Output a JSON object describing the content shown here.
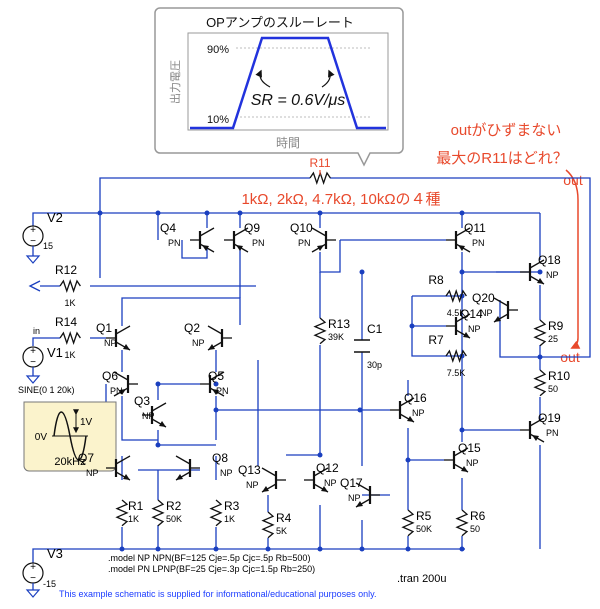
{
  "callout": {
    "title": "OPアンプのスルーレート",
    "y_axis": "出力電圧",
    "x_axis": "時間",
    "level_high": "90%",
    "level_low": "10%",
    "formula": "SR = 0.6V/μs"
  },
  "annotations": {
    "question_line1": "outがひずまない",
    "question_line2": "最大のR11はどれ？",
    "r11_options": "1kΩ, 2kΩ, 4.7kΩ, 10kΩの４種",
    "out_label": "out",
    "disclaimer": "This example schematic is supplied for informational/educational purposes only.",
    "tran": ".tran 200u",
    "model_np": ".model NP NPN(BF=125 Cje=.5p Cjc=.5p Rb=500)",
    "model_pn": ".model PN LPNP(BF=25 Cje=.3p Cjc=1.5p Rb=250)"
  },
  "sources": {
    "v1": {
      "name": "V1",
      "spec": "SINE(0 1 20k)",
      "net": "in"
    },
    "v2": {
      "name": "V2",
      "value": "15"
    },
    "v3": {
      "name": "V3",
      "value": "-15"
    },
    "sine_inset": {
      "zero": "0V",
      "amp": "1V",
      "freq": "20kHz"
    }
  },
  "transistors": [
    {
      "name": "Q1",
      "model": "NP"
    },
    {
      "name": "Q2",
      "model": "NP"
    },
    {
      "name": "Q3",
      "model": "NP"
    },
    {
      "name": "Q4",
      "model": "PN"
    },
    {
      "name": "Q5",
      "model": "PN"
    },
    {
      "name": "Q6",
      "model": "PN"
    },
    {
      "name": "Q7",
      "model": "NP"
    },
    {
      "name": "Q8",
      "model": "NP"
    },
    {
      "name": "Q9",
      "model": "PN"
    },
    {
      "name": "Q10",
      "model": "PN"
    },
    {
      "name": "Q11",
      "model": "PN"
    },
    {
      "name": "Q12",
      "model": "NP"
    },
    {
      "name": "Q13",
      "model": "NP"
    },
    {
      "name": "Q14",
      "model": "NP"
    },
    {
      "name": "Q15",
      "model": "NP"
    },
    {
      "name": "Q16",
      "model": "NP"
    },
    {
      "name": "Q17",
      "model": "NP"
    },
    {
      "name": "Q18",
      "model": "NP"
    },
    {
      "name": "Q19",
      "model": "PN"
    },
    {
      "name": "Q20",
      "model": "NP"
    }
  ],
  "resistors": [
    {
      "name": "R1",
      "value": "1K"
    },
    {
      "name": "R2",
      "value": "50K"
    },
    {
      "name": "R3",
      "value": "1K"
    },
    {
      "name": "R4",
      "value": "5K"
    },
    {
      "name": "R5",
      "value": "50K"
    },
    {
      "name": "R6",
      "value": "50"
    },
    {
      "name": "R7",
      "value": "7.5K"
    },
    {
      "name": "R8",
      "value": "4.5K"
    },
    {
      "name": "R9",
      "value": "25"
    },
    {
      "name": "R10",
      "value": "50"
    },
    {
      "name": "R11",
      "value": ""
    },
    {
      "name": "R12",
      "value": "1K"
    },
    {
      "name": "R13",
      "value": "39K"
    },
    {
      "name": "R14",
      "value": "1K"
    }
  ],
  "capacitors": [
    {
      "name": "C1",
      "value": "30p"
    }
  ],
  "colors": {
    "wire": "#1a3fbf",
    "accent": "#e8492c",
    "disclaimer": "#1b3cff",
    "callout_border": "#999999",
    "inset_bg": "#fbf3cc"
  }
}
